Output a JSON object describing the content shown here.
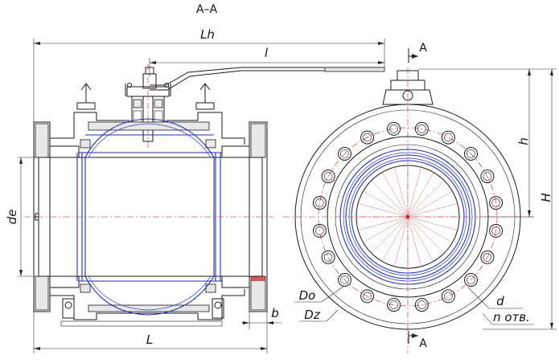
{
  "section_title": "A–A",
  "labels": {
    "overall_length_with_handle": "Lh",
    "handle_length": "l",
    "section_marker_top": "A",
    "section_marker_bottom": "A",
    "body_length": "L",
    "flange_thickness": "b",
    "bore_diameter": "de",
    "stem_height": "h",
    "total_height": "H",
    "bolt_circle_diameter": "Do",
    "flange_outer_diameter": "Dz",
    "bolt_hole_diameter": "d",
    "hole_count": "n отв."
  },
  "colors": {
    "outline": "#1a1a1a",
    "inner_outline": "#1f2fb5",
    "centerline": "#c41e1e"
  }
}
